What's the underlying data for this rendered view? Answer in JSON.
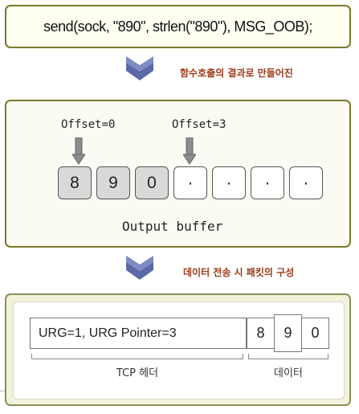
{
  "code": "send(sock, \"890\", strlen(\"890\"), MSG_OOB);",
  "caption_call": "함수호출의 결과로 만들어진",
  "caption_packet": "데이터 전송 시 패킷의 구성",
  "buffer": {
    "offsets": [
      {
        "label": "Offset=0",
        "index": 0
      },
      {
        "label": "Offset=3",
        "index": 3
      }
    ],
    "cells": [
      "8",
      "9",
      "0",
      "·",
      "·",
      "·",
      "·"
    ],
    "filled_count": 3,
    "label": "Output buffer"
  },
  "packet": {
    "header_text": "URG=1, URG Pointer=3",
    "data_cells": [
      "8",
      "9",
      "0"
    ],
    "header_label": "TCP 헤더",
    "data_label": "데이터"
  },
  "colors": {
    "border": "#7a7a28",
    "arrow": "#5a6aa8",
    "caption": "#9c3a18",
    "filled_cell": "#d9d9d9",
    "offset_arrow": "#8c8c8c"
  }
}
